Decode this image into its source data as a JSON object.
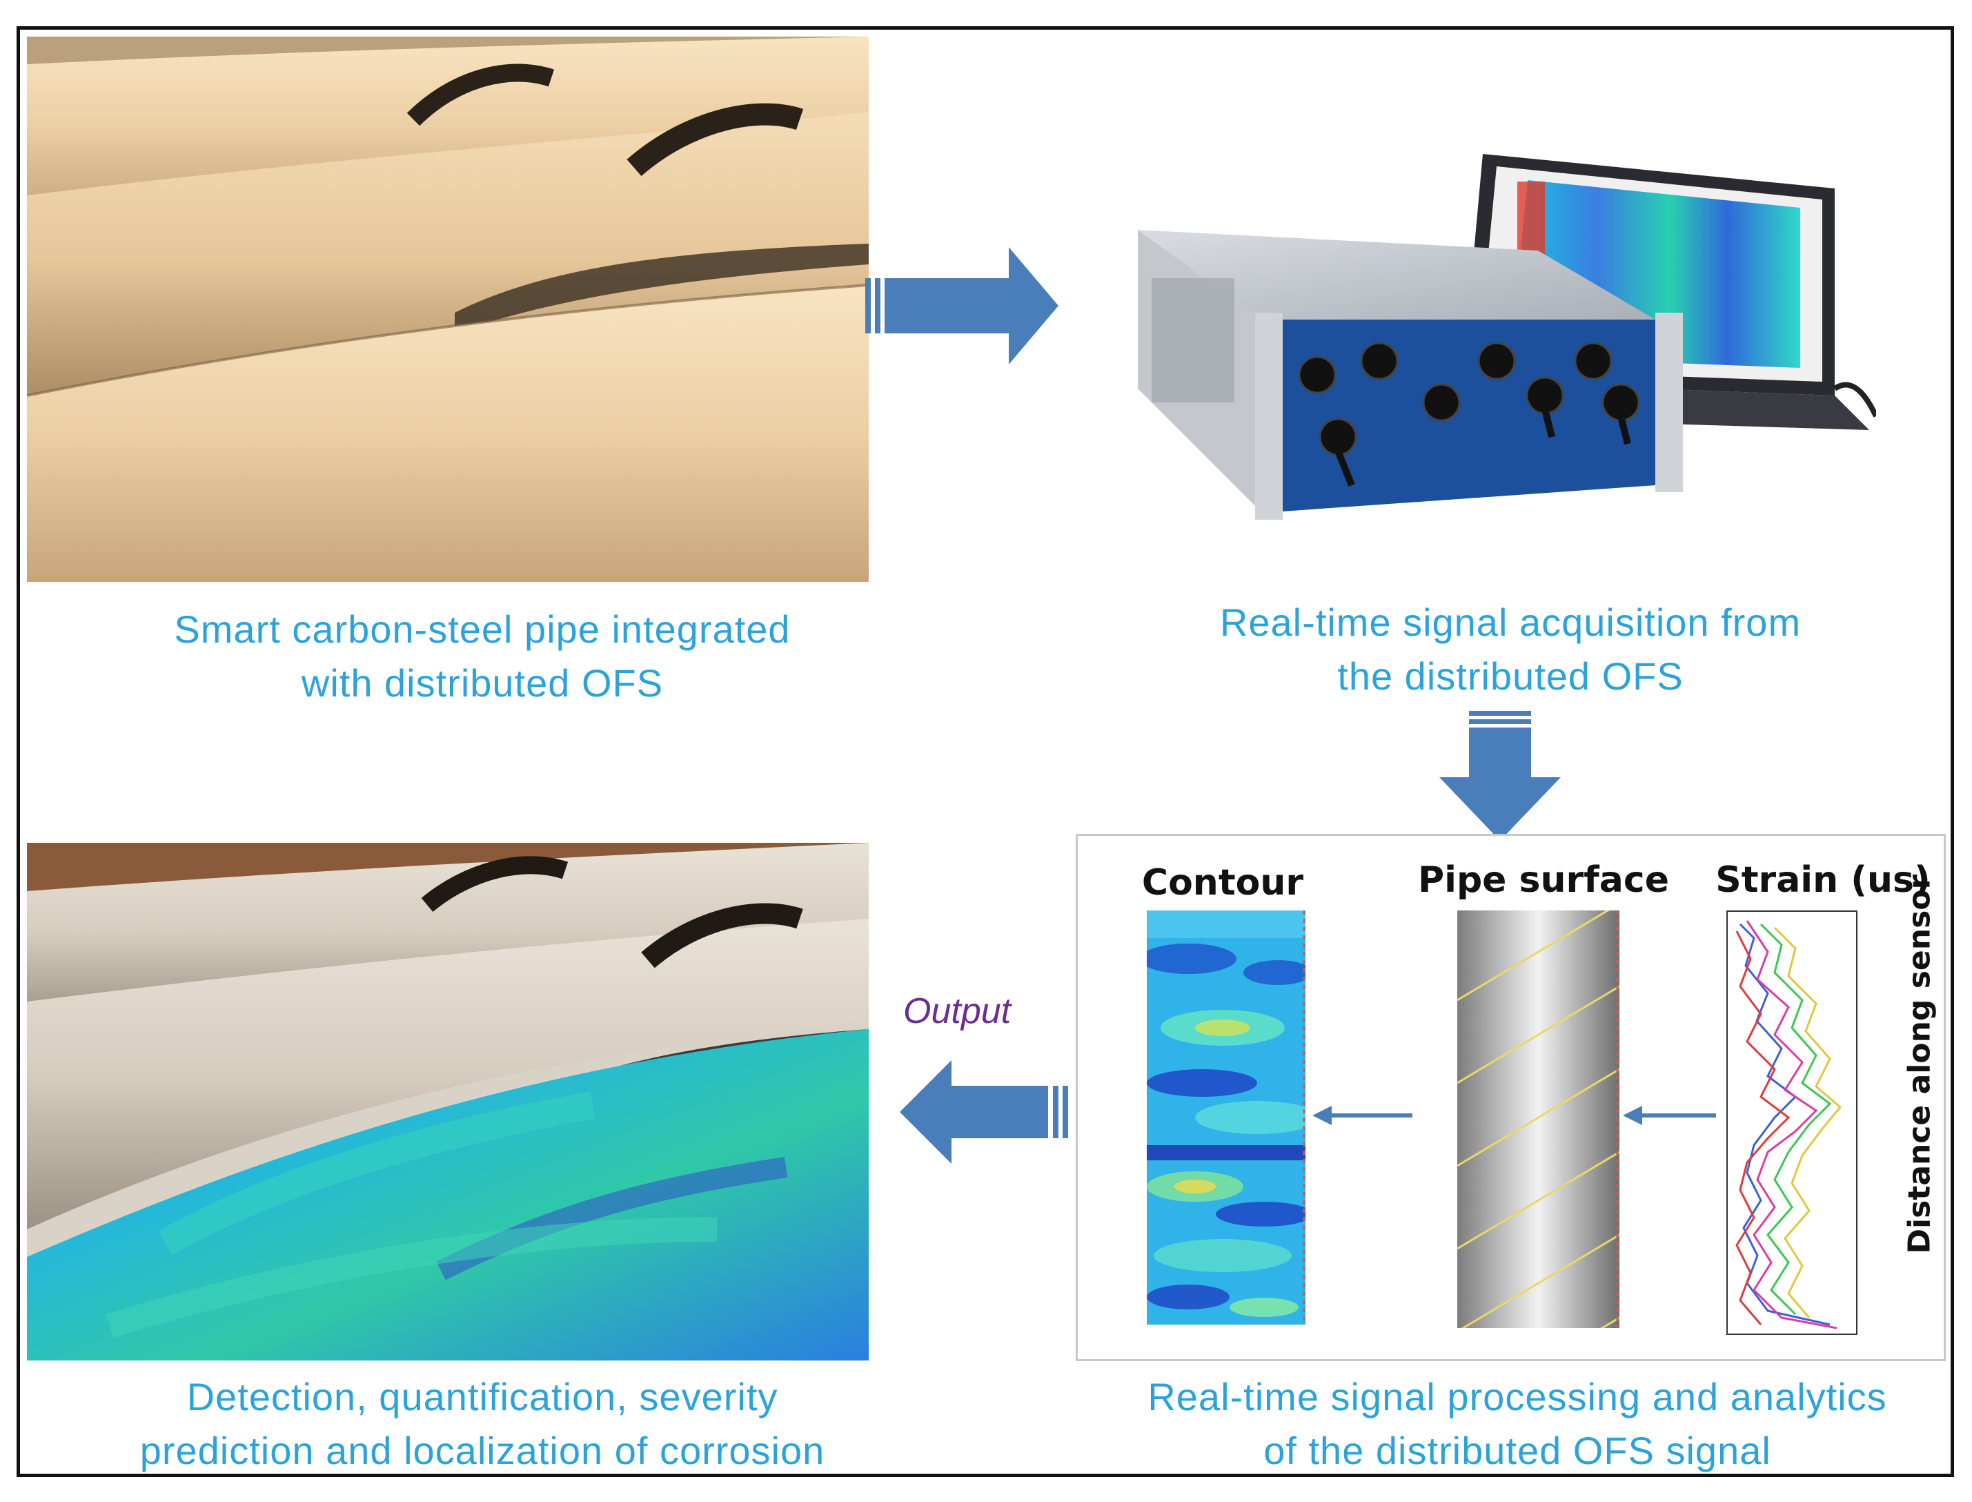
{
  "captions": {
    "pipe": [
      "Smart carbon-steel pipe integrated",
      "with distributed OFS"
    ],
    "acquisition": [
      "Real-time signal acquisition from",
      "the distributed OFS"
    ],
    "detection": [
      "Detection, quantification, severity",
      "prediction and localization of corrosion"
    ],
    "processing": [
      "Real-time signal processing and analytics",
      "of the distributed OFS signal"
    ]
  },
  "processing_panel": {
    "contour_title": "Contour",
    "pipe_surface_title": "Pipe surface",
    "strain_title": "Strain (us)",
    "axis_label": "Distance along sensor"
  },
  "output_label": "Output",
  "colors": {
    "arrow_fill": "#4a7ebb",
    "caption_text": "#2aa3dc",
    "output_text": "#6a2d91",
    "device_blue": "#1c4f9c"
  },
  "icons": [
    "arrow-right-icon",
    "arrow-down-icon",
    "arrow-left-icon"
  ]
}
